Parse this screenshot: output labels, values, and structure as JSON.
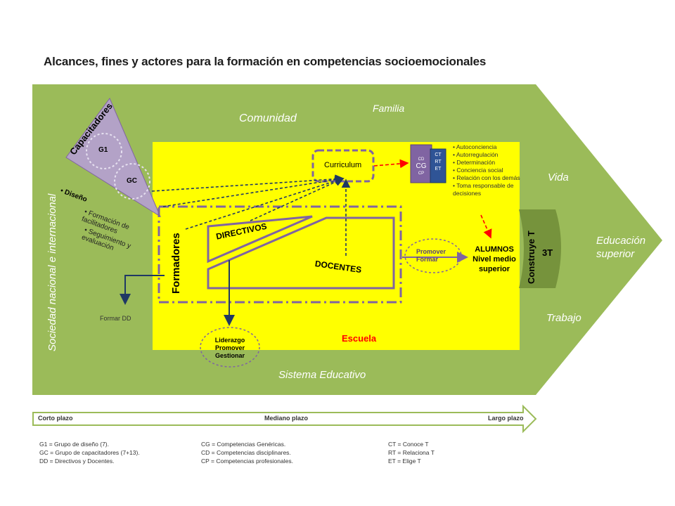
{
  "title": "Alcances, fines y actores para la formación en competencias socioemocionales",
  "colors": {
    "green": "#9bbb59",
    "yellow": "#ffff00",
    "purple": "#8064a2",
    "lavender": "#b3a2c7",
    "navy": "#1f3864",
    "red": "#ff0000"
  },
  "outer": {
    "side_label": "Sociedad nacional e internacional",
    "comunidad": "Comunidad",
    "familia": "Familia",
    "vida": "Vida",
    "educacion_superior": "Educación superior",
    "trabajo": "Trabajo",
    "sistema_educativo": "Sistema Educativo"
  },
  "capacitadores": {
    "title": "Capacitadores",
    "g1": "G1",
    "gc": "GC",
    "diseno": "Diseño",
    "formacion": "Formación de facilitadores",
    "seguimiento": "Seguimiento y evaluación"
  },
  "escuela": {
    "label": "Escuela",
    "formadores": "Formadores",
    "directivos": "DIRECTIVOS",
    "docentes": "DOCENTES",
    "curriculum": "Curriculum",
    "formar_dd": "Formar DD",
    "liderazgo": [
      "Liderazgo",
      "Promover",
      "Gestionar"
    ],
    "promover_formar": [
      "Promover",
      "Formar"
    ],
    "alumnos": [
      "ALUMNOS",
      "Nivel medio",
      "superior"
    ]
  },
  "competencias_box": {
    "left": [
      "CD",
      "CG",
      "CP"
    ],
    "right": [
      "CT",
      "RT",
      "ET"
    ]
  },
  "competencias_list": [
    "Autoconciencia",
    "Autorregulación",
    "Determinación",
    "Conciencia social",
    "Relación con los demás",
    "Toma responsable de decisiones"
  ],
  "construye": {
    "label": "Construye T",
    "value": "3T"
  },
  "timeline": {
    "start": "Corto plazo",
    "middle": "Mediano plazo",
    "end": "Largo plazo"
  },
  "legend": {
    "col1": [
      "G1 = Grupo de diseño (7).",
      "GC = Grupo de capacitadores (7+13).",
      "DD = Directivos y Docentes."
    ],
    "col2": [
      "CG = Competencias  Genéricas.",
      "CD = Competencias disciplinares.",
      "CP = Competencias profesionales."
    ],
    "col3": [
      "CT = Conoce T",
      "RT = Relaciona T",
      "ET = Elige T"
    ]
  }
}
